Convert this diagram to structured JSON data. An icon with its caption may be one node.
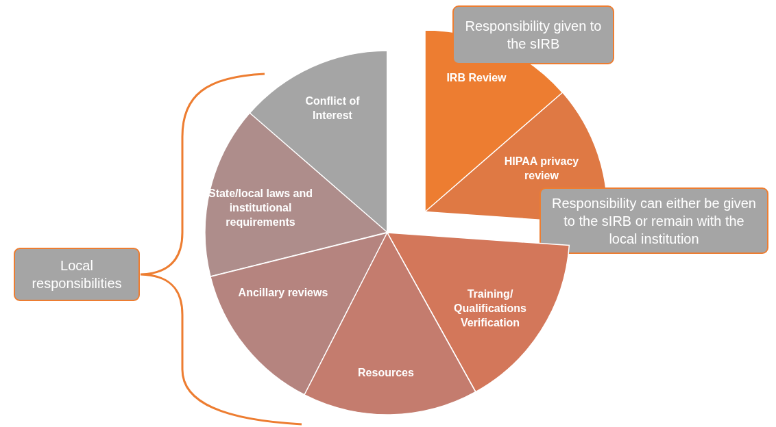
{
  "diagram": {
    "nodes": [
      {
        "text": [
          "Conflict of Interest"
        ]
      },
      {
        "text": [
          "IRB Review"
        ]
      },
      {
        "text": [
          "Responsibility given to the sIRB"
        ]
      },
      {
        "text": [
          "HIPAA privacy review"
        ]
      },
      {
        "text": [
          "Responsibility can either be given to the sIRB or remain with the local institution"
        ]
      },
      {
        "text": [
          "State/local laws and institutional requirements"
        ]
      },
      {
        "text": [
          "Local responsibilities"
        ]
      },
      {
        "text": [
          "Ancillary reviews"
        ]
      },
      {
        "text": [
          "Training/ Qualifications Verification"
        ]
      },
      {
        "text": [
          "Resources"
        ]
      }
    ]
  }
}
